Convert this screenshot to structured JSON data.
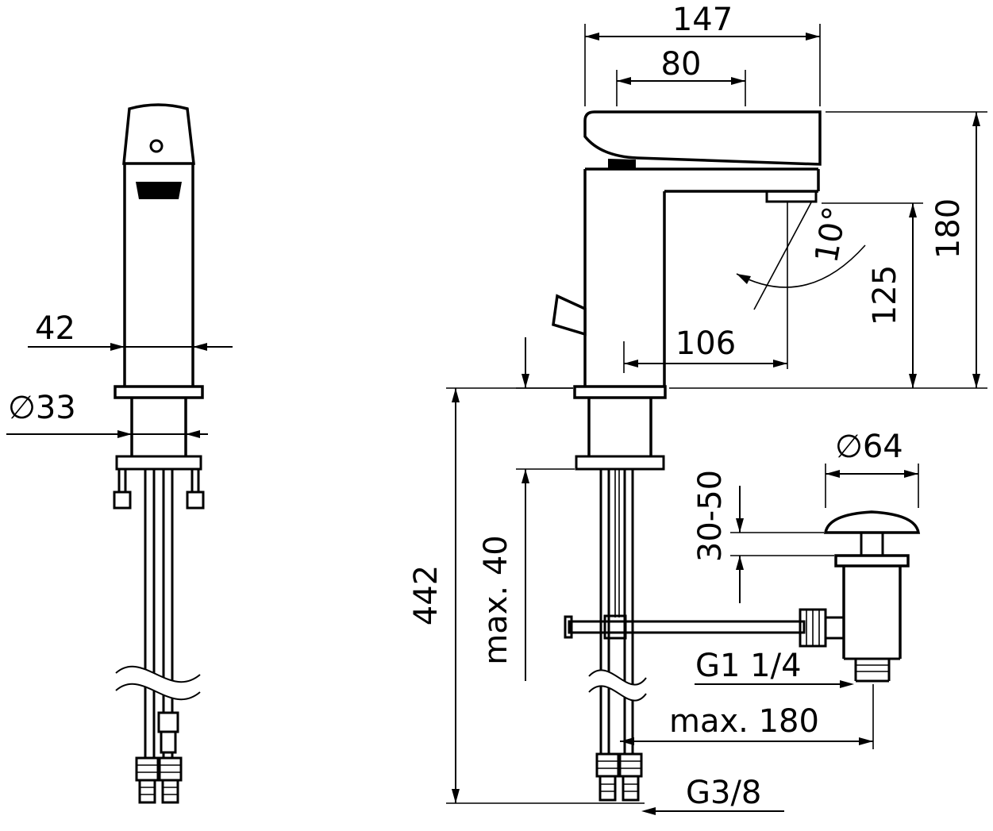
{
  "drawing": {
    "dimensions": {
      "top_width": "147",
      "handle_width": "80",
      "total_height": "180",
      "outlet_height": "125",
      "outlet_angle": "10°",
      "outlet_reach": "106",
      "body_width": "42",
      "body_diameter": "∅33",
      "hose_length": "442",
      "deck_thickness_max": "max. 40",
      "waste_cap_diameter": "∅64",
      "clamping_range": "30-50",
      "waste_thread": "G1 1/4",
      "waste_offset_max": "max. 180",
      "hose_thread": "G3/8"
    }
  }
}
